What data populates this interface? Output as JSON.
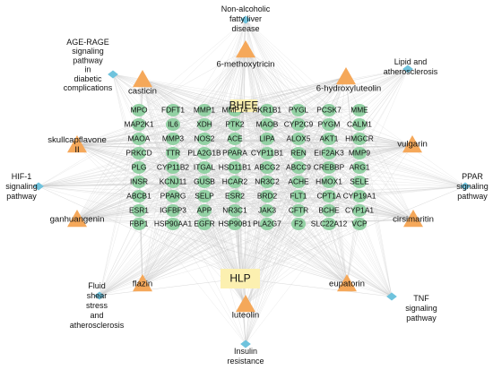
{
  "colors": {
    "gene_fill": "#93d1a4",
    "ingredient_fill": "#f5a85a",
    "pathway_fill": "#6fc3dd",
    "hub_fill": "#fcf0b0",
    "edge": "#c9c9c9"
  },
  "hubs": {
    "bhee": "BHEE",
    "hlp": "HLP"
  },
  "ingredients": [
    "6-methoxytricin",
    "casticin",
    "6-hydroxyluteolin",
    "skullcapflavone II",
    "vulgarin",
    "ganhuangenin",
    "cirsimaritin",
    "flazin",
    "eupatorin",
    "luteolin"
  ],
  "pathways": [
    "Non-alcoholic fatty liver disease",
    "AGE-RAGE signaling pathway in diabetic complications",
    "Lipid and atherosclerosis",
    "HIF-1 signaling pathway",
    "PPAR signaling pathway",
    "Fluid shear stress and atherosclerosis",
    "TNF signaling pathway",
    "Insulin resistance"
  ],
  "genes": [
    [
      "MPO",
      "FDFT1",
      "MMP1",
      "MMP14",
      "AKR1B1",
      "PYGL",
      "PCSK7",
      "MME"
    ],
    [
      "MAP2K1",
      "IL6",
      "XDH",
      "PTK2",
      "MAOB",
      "CYP2C9",
      "PYGM",
      "CALM1"
    ],
    [
      "MAOA",
      "MMP3",
      "NOS2",
      "ACE",
      "LIPA",
      "ALOX5",
      "AKT1",
      "HMGCR"
    ],
    [
      "PRKCD",
      "TTR",
      "PLA2G1B",
      "PPARA",
      "CYP11B1",
      "REN",
      "EIF2AK3",
      "MMP9"
    ],
    [
      "PLG",
      "CYP11B2",
      "ITGAL",
      "HSD11B1",
      "ABCG2",
      "ABCC9",
      "CREBBP",
      "ARG1"
    ],
    [
      "INSR",
      "KCNJ11",
      "GUSB",
      "HCAR2",
      "NR3C2",
      "ACHE",
      "HMOX1",
      "SELE"
    ],
    [
      "ABCB1",
      "PPARG",
      "SELP",
      "ESR2",
      "BRD2",
      "FLT1",
      "CPT1A",
      "CYP19A1"
    ],
    [
      "ESR1",
      "IGFBP3",
      "APP",
      "NR3C1",
      "JAK3",
      "CFTR",
      "BCHE",
      "CYP1A1"
    ],
    [
      "FBP1",
      "HSP90AA1",
      "EGFR",
      "HSP90B1",
      "PLA2G7",
      "F2",
      "SLC22A12",
      "VCP"
    ]
  ]
}
